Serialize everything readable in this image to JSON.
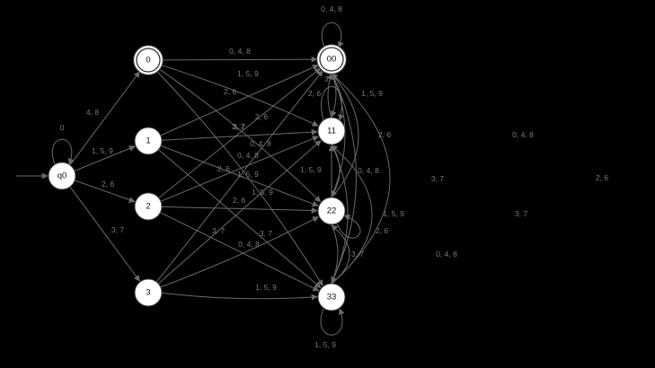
{
  "diagram": {
    "type": "finite-automaton",
    "colors": {
      "background": "#000000",
      "state_fill": "#ffffff",
      "edge": "#6a6a6a",
      "label": "#7a7a7a"
    },
    "start_state": "q0",
    "states": [
      {
        "id": "q0",
        "label": "q0",
        "accepting": false
      },
      {
        "id": "s0",
        "label": "0",
        "accepting": true
      },
      {
        "id": "s1",
        "label": "1",
        "accepting": false
      },
      {
        "id": "s2",
        "label": "2",
        "accepting": false
      },
      {
        "id": "s3",
        "label": "3",
        "accepting": false
      },
      {
        "id": "s00",
        "label": "00",
        "accepting": true
      },
      {
        "id": "s11",
        "label": "11",
        "accepting": false
      },
      {
        "id": "s22",
        "label": "22",
        "accepting": false
      },
      {
        "id": "s33",
        "label": "33",
        "accepting": false
      }
    ],
    "transitions": [
      {
        "from": "q0",
        "to": "q0",
        "label": "0"
      },
      {
        "from": "q0",
        "to": "s0",
        "label": "4, 8"
      },
      {
        "from": "q0",
        "to": "s1",
        "label": "1, 5, 9"
      },
      {
        "from": "q0",
        "to": "s2",
        "label": "2, 6"
      },
      {
        "from": "q0",
        "to": "s3",
        "label": "3, 7"
      },
      {
        "from": "s0",
        "to": "s00",
        "label": "0, 4, 8"
      },
      {
        "from": "s0",
        "to": "s11",
        "label": "1, 5, 9"
      },
      {
        "from": "s0",
        "to": "s22",
        "label": "2, 6"
      },
      {
        "from": "s0",
        "to": "s33",
        "label": "3, 7"
      },
      {
        "from": "s1",
        "to": "s00",
        "label": "2, 6"
      },
      {
        "from": "s1",
        "to": "s11",
        "label": "3, 7"
      },
      {
        "from": "s1",
        "to": "s22",
        "label": "0, 4, 8"
      },
      {
        "from": "s1",
        "to": "s33",
        "label": "1, 5, 9"
      },
      {
        "from": "s2",
        "to": "s00",
        "label": "0, 4, 8"
      },
      {
        "from": "s2",
        "to": "s11",
        "label": "1, 5, 9"
      },
      {
        "from": "s2",
        "to": "s22",
        "label": "2, 6"
      },
      {
        "from": "s2",
        "to": "s33",
        "label": "3, 7"
      },
      {
        "from": "s3",
        "to": "s00",
        "label": "2, 6"
      },
      {
        "from": "s3",
        "to": "s11",
        "label": "3, 7"
      },
      {
        "from": "s3",
        "to": "s22",
        "label": "0, 4, 8"
      },
      {
        "from": "s3",
        "to": "s33",
        "label": "1, 5, 9"
      },
      {
        "from": "s00",
        "to": "s00",
        "label": "0, 4, 8"
      },
      {
        "from": "s00",
        "to": "s11",
        "label": "1, 5, 9"
      },
      {
        "from": "s00",
        "to": "s22",
        "label": "2, 6"
      },
      {
        "from": "s00",
        "to": "s33",
        "label": "3, 7"
      },
      {
        "from": "s11",
        "to": "s00",
        "label": "2, 6"
      },
      {
        "from": "s11",
        "to": "s11",
        "label": "3, 7"
      },
      {
        "from": "s11",
        "to": "s22",
        "label": "0, 4, 8"
      },
      {
        "from": "s11",
        "to": "s33",
        "label": "1, 5, 9"
      },
      {
        "from": "s22",
        "to": "s00",
        "label": "0, 4, 8"
      },
      {
        "from": "s22",
        "to": "s11",
        "label": "1, 5, 9"
      },
      {
        "from": "s22",
        "to": "s22",
        "label": "2, 6"
      },
      {
        "from": "s22",
        "to": "s33",
        "label": "3, 7"
      },
      {
        "from": "s33",
        "to": "s00",
        "label": "2, 6"
      },
      {
        "from": "s33",
        "to": "s11",
        "label": "3, 7"
      },
      {
        "from": "s33",
        "to": "s22",
        "label": "0, 4, 8"
      },
      {
        "from": "s33",
        "to": "s33",
        "label": "1, 5, 9"
      }
    ]
  }
}
